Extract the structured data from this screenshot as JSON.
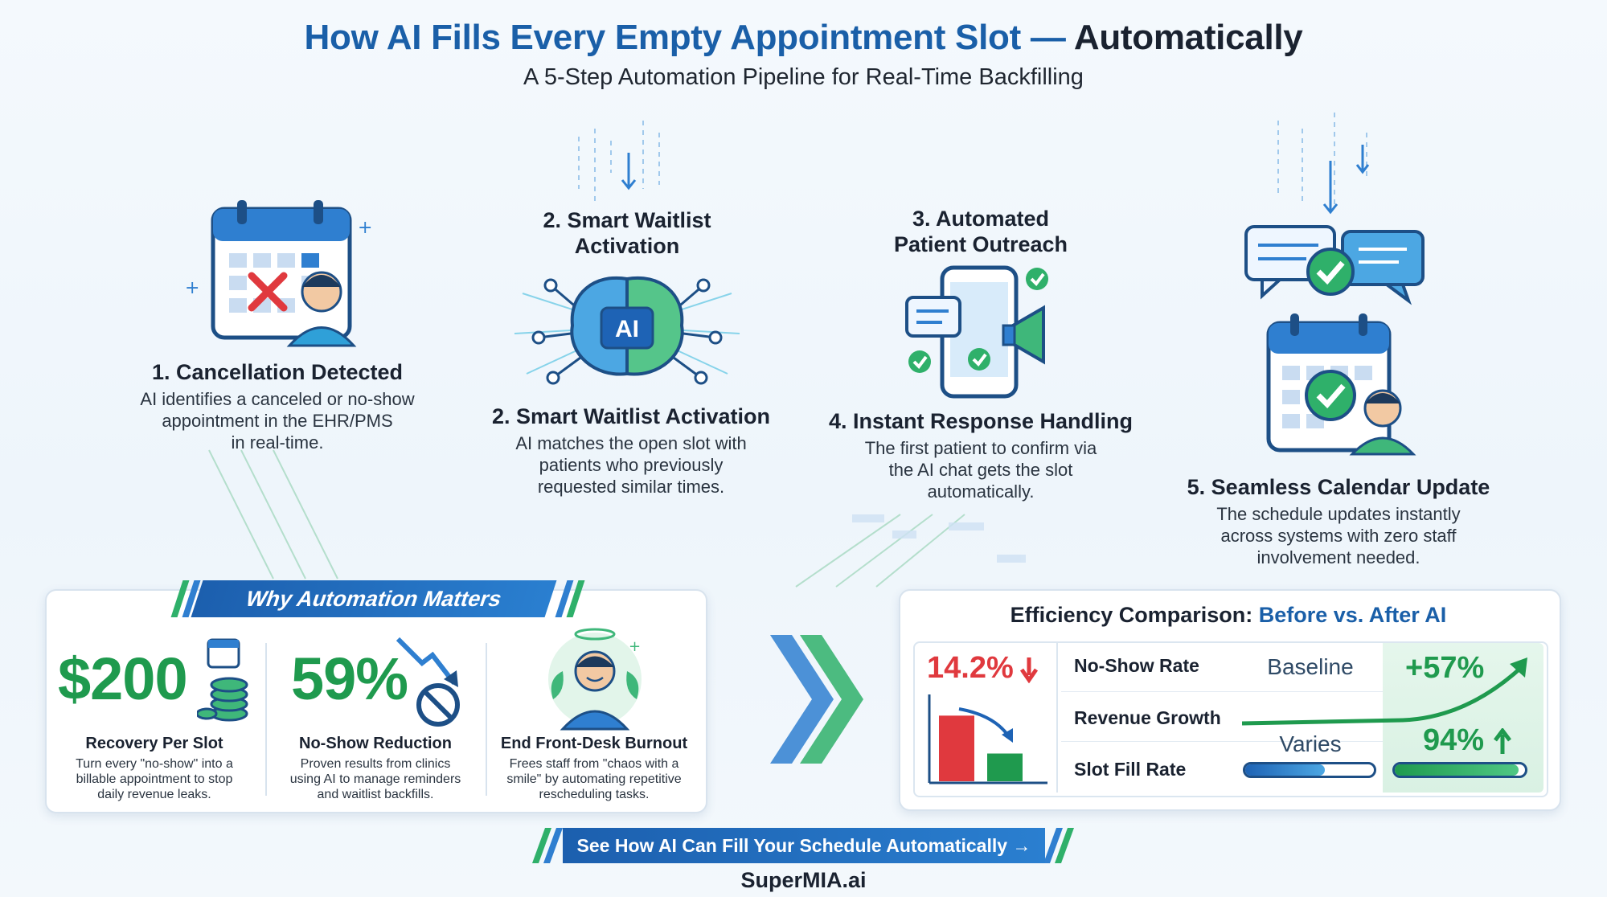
{
  "header": {
    "title_part1": "How AI Fills Every Empty Appointment Slot — ",
    "title_part2": "Automatically",
    "subtitle": "A 5-Step Automation Pipeline for Real-Time Backfilling"
  },
  "icons": {
    "calendar_cancel": "calendar-cancel-icon",
    "ai_brain": "ai-brain-icon",
    "ai_chip_text": "AI",
    "phone_outreach": "phone-megaphone-icon",
    "calendar_confirm": "calendar-confirm-icon"
  },
  "steps": [
    {
      "title": "1. Cancellation Detected",
      "desc_lines": [
        "AI identifies a canceled or no-show",
        "appointment in the EHR/PMS",
        "in real-time."
      ]
    },
    {
      "top_title_lines": [
        "2. Smart Waitlist",
        "Activation"
      ],
      "title": "2. Smart Waitlist Activation",
      "desc_lines": [
        "AI matches the open slot with",
        "patients who previously",
        "requested similar times."
      ]
    },
    {
      "top_title_lines": [
        "3. Automated",
        "Patient Outreach"
      ]
    },
    {
      "title": "4. Instant Response Handling",
      "desc_lines": [
        "The first patient to confirm via",
        "the AI chat gets the slot",
        "automatically."
      ]
    },
    {
      "title": "5. Seamless Calendar Update",
      "desc_lines": [
        "The schedule updates instantly",
        "across systems with zero staff",
        "involvement needed."
      ]
    }
  ],
  "why": {
    "banner": "Why Automation Matters",
    "stats": [
      {
        "value": "$200",
        "label": "Recovery Per Slot",
        "desc_lines": [
          "Turn every \"no-show\" into a",
          "billable appointment to stop",
          "daily revenue leaks."
        ]
      },
      {
        "value": "59%",
        "label": "No-Show Reduction",
        "desc_lines": [
          "Proven results from clinics",
          "using AI to manage reminders",
          "and waitlist backfills."
        ]
      },
      {
        "label": "End Front-Desk Burnout",
        "desc_lines": [
          "Frees staff from \"chaos with a",
          "smile\" by automating repetitive",
          "rescheduling tasks."
        ]
      }
    ]
  },
  "comparison": {
    "title_part1": "Efficiency Comparison: ",
    "title_part2": "Before vs. After AI",
    "before_value": "14.2%",
    "rows": [
      {
        "label": "No-Show Rate",
        "mid": "Baseline",
        "after": "+57%"
      },
      {
        "label": "Revenue Growth",
        "mid": "Varies",
        "after": "94%"
      },
      {
        "label": "Slot Fill Rate"
      }
    ],
    "bars": {
      "before": 0.62,
      "after": 0.95
    }
  },
  "chart_data": {
    "type": "bar",
    "categories": [
      "Before",
      "After"
    ],
    "values": [
      14.2,
      6
    ],
    "title": "",
    "xlabel": "",
    "ylabel": ""
  },
  "cta": {
    "label": "See How AI Can Fill Your Schedule Automatically →"
  },
  "brand": {
    "name": "SuperMIA.ai"
  },
  "colors": {
    "blue": "#1a5fa8",
    "green": "#1f9a4e",
    "red": "#e0393e"
  }
}
